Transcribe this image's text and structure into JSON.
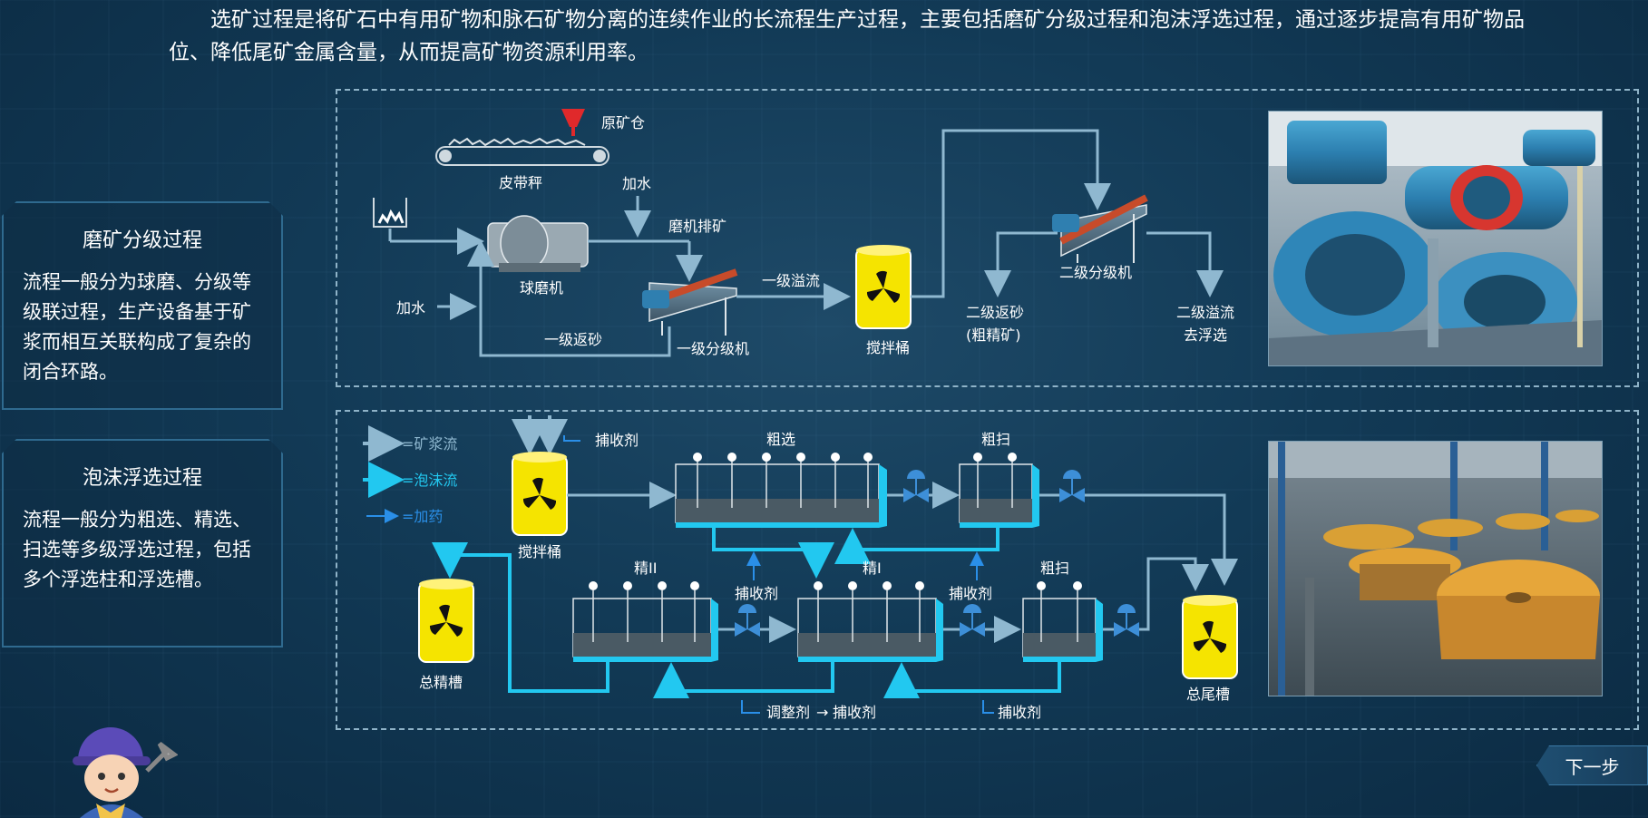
{
  "intro_text": "选矿过程是将矿石中有用矿物和脉石矿物分离的连续作业的长流程生产过程，主要包括磨矿分级过程和泡沫浮选过程，通过逐步提高有用矿物品位、降低尾矿金属含量，从而提高矿物资源利用率。",
  "panels": [
    {
      "title": "磨矿分级过程",
      "body": "流程一般分为球磨、分级等级联过程，生产设备基于矿浆而相互关联构成了复杂的闭合环路。"
    },
    {
      "title": "泡沫浮选过程",
      "body": "流程一般分为粗选、精选、扫选等多级浮选过程，包括多个浮选柱和浮选槽。"
    }
  ],
  "grinding": {
    "ore_bin": "原矿仓",
    "belt_scale": "皮带秤",
    "add_water_1": "加水",
    "add_water_2": "加水",
    "ball_mill": "球磨机",
    "mill_discharge": "磨机排矿",
    "primary_classifier": "一级分级机",
    "primary_return": "一级返砂",
    "primary_overflow": "一级溢流",
    "stirring_tank": "搅拌桶",
    "secondary_classifier": "二级分级机",
    "secondary_return": "二级返砂",
    "secondary_return_note": "(粗精矿)",
    "secondary_overflow": "二级溢流",
    "to_flotation": "去浮选"
  },
  "flotation": {
    "legend_slurry": "=矿浆流",
    "legend_froth": "=泡沫流",
    "legend_dosing": "=加药",
    "collector_top": "捕收剂",
    "stirring_tank": "搅拌桶",
    "rougher": "粗选",
    "rough_scavenger": "粗扫",
    "cleaner_2": "精II",
    "cleaner_1": "精I",
    "scavenger": "粗扫",
    "collector_left": "捕收剂",
    "collector_mid": "捕收剂",
    "regulator": "调整剂",
    "collector_bottom": "捕收剂",
    "collector_bottom_right": "捕收剂",
    "concentrate_tank": "总精槽",
    "tailings_tank": "总尾槽"
  },
  "next_button": "下一步",
  "colors": {
    "slurry": "#8fb8d0",
    "froth": "#22c8f0",
    "dosing": "#2a8fe8",
    "tank": "#f5e400",
    "valve": "#3d8fd8"
  }
}
